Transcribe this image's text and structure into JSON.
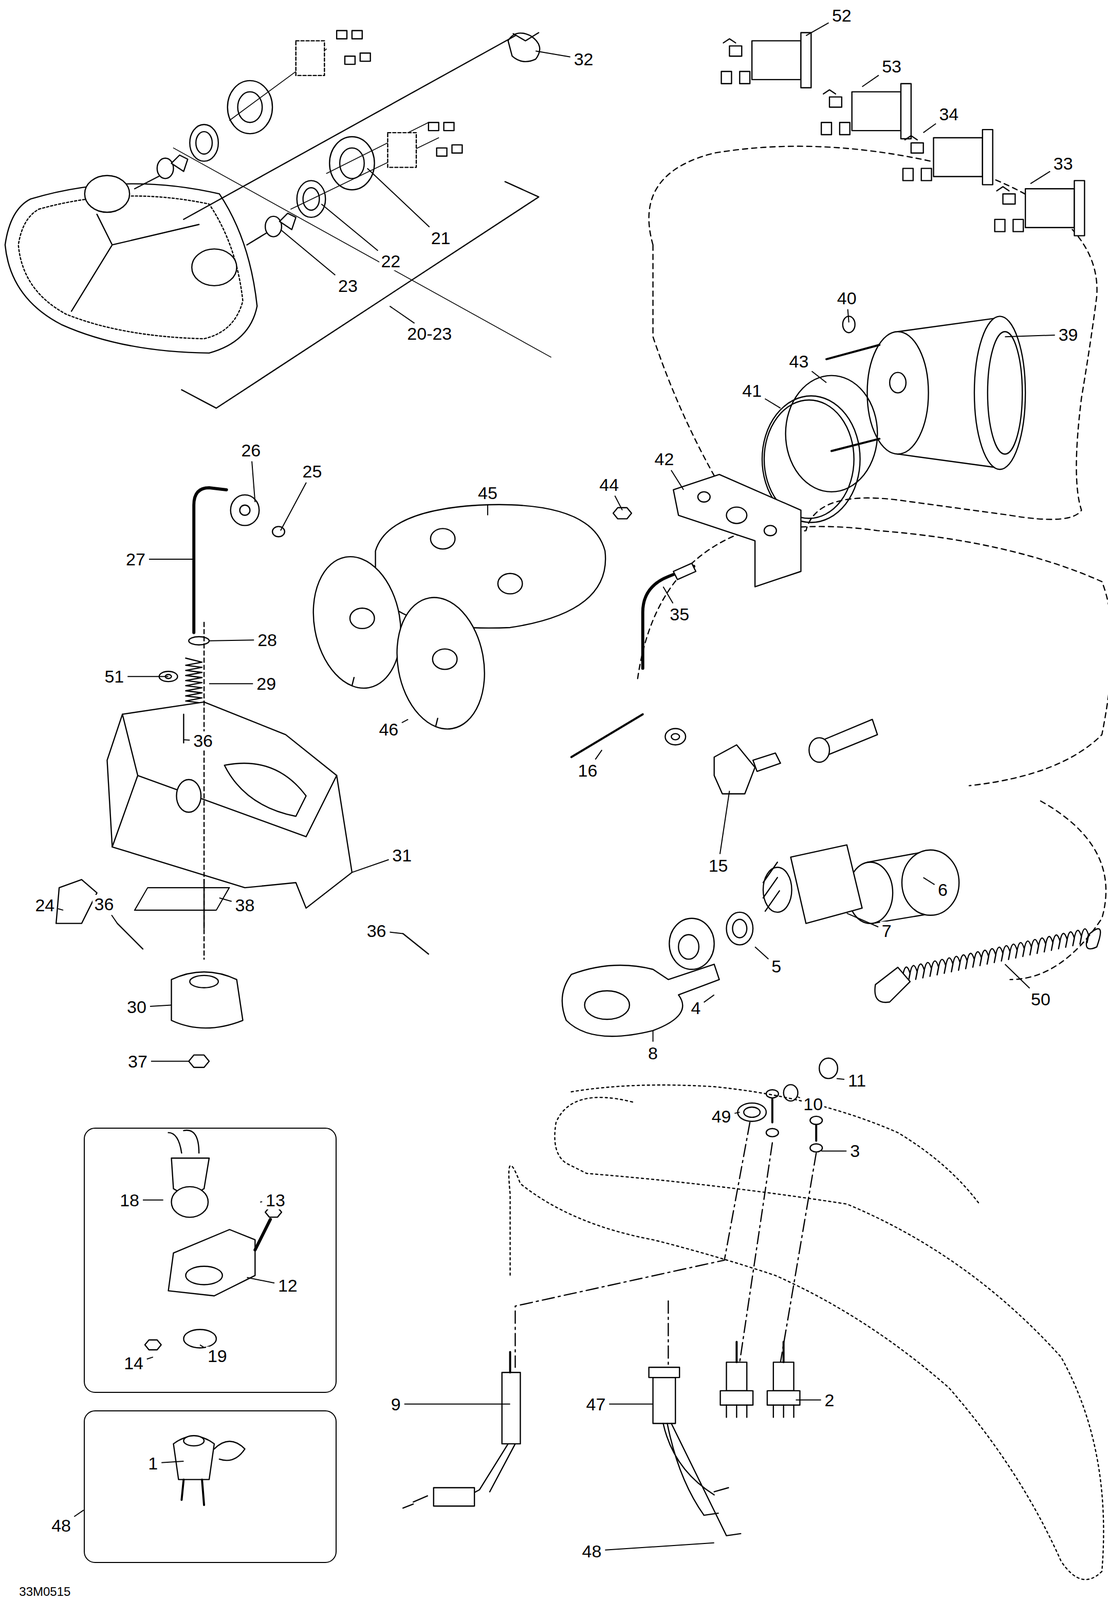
{
  "diagram": {
    "nodes": [
      {
        "text": [
          "18",
          "13",
          "12",
          "14",
          "19"
        ]
      },
      {
        "text": [
          "1"
        ]
      }
    ],
    "labels": [
      "52",
      "32",
      "53",
      "34",
      "33",
      "21",
      "22",
      "23",
      "40",
      "39",
      "20-23",
      "43",
      "41",
      "26",
      "25",
      "44",
      "42",
      "45",
      "27",
      "35",
      "28",
      "51",
      "29",
      "36",
      "46",
      "16",
      "15",
      "31",
      "6",
      "24",
      "36",
      "38",
      "36",
      "7",
      "5",
      "50",
      "30",
      "4",
      "8",
      "11",
      "10",
      "37",
      "49",
      "3",
      "9",
      "47",
      "2",
      "48",
      "48",
      "33M0515"
    ]
  }
}
